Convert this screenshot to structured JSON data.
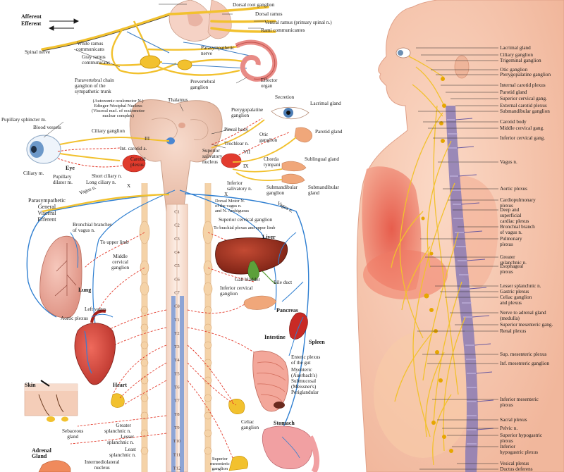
{
  "diagram": {
    "left_labels": {
      "afferent": "Afferent",
      "efferent": "Efferent",
      "spinal_nerve": "Spinal nerve",
      "white_ramus": "White ramus\ncommunicans",
      "gray_ramus": "Gray ramus\ncommunicans",
      "paravertebral": "Paravertebral chain\nganglion of the\nsympathetic trunk",
      "dorsal_root_ganglion": "Dorsal root ganglion",
      "dorsal_ramus": "Dorsal ramus",
      "ventral_ramus": "Ventral ramus (primary spinal n.)",
      "rami_communicantes": "Rami communicantes",
      "parasympathetic_nerve": "Parasympathetic\nnerve",
      "prevertebral": "Prevertebral\nganglion",
      "effector": "Effector\norgan",
      "thalamus": "Thalamus",
      "edinger": "(Autonomic oculomotor N.)\nEdinger-Westphal Nucleus\n(Visceral nucl. of oculomotor\nnuclear complex)",
      "pupillary_sphincter": "Pupillary sphincter m.",
      "blood_vessels": "Blood vessels",
      "ciliary_ganglion": "Ciliary ganglion",
      "iii": "III",
      "int_carotid": "Int. carotid a.",
      "carotid_plexus": "Carotid\nplexus",
      "ciliary_m": "Ciliary m.",
      "eye": "Eye",
      "pupillary_dilator": "Pupillary\ndilator m.",
      "short_ciliary": "Short ciliary n.",
      "long_ciliary": "Long ciliary n.",
      "x_left": "X",
      "pineal_body": "Pineal body",
      "secretion": "Secretion",
      "pterygopalatine": "Pterygopalatine\nganglion",
      "lacrimal_gland_l": "Lacrimal gland",
      "otic_ganglion": "Otic\nganglion",
      "parotid_gland_l": "Parotid gland",
      "trochlear": "Trochlear n.",
      "superior_salivatory": "Superior\nsalivatory\nnucleus",
      "vii": "VII",
      "ix": "IX",
      "chorda_tympani": "Chorda\ntympani",
      "sublingual": "Sublingual gland",
      "inferior_salivatory": "Inferior\nsalivatory n.",
      "submandibular_ganglion": "Submandibular\nganglion",
      "submandibular_gland": "Submandibular\ngland",
      "x_right": "X",
      "vagus_left": "Vagus n.",
      "vagus_right": "Vagus n.",
      "parasympathetic_general": "Parasympathetic\nGeneral\nVisceral\nEfferent",
      "dorsal_motor": "Dorsal Motor N.\nof the vagus n.\nand N. Ambiguous",
      "superior_cervical": "Superior cervical ganglion",
      "brachial_plexus": "To brachial plexus and upper limb",
      "bronchial_branches": "Bronchial branches\nof vagus n.",
      "to_upper_limb": "To upper limb",
      "middle_cervical": "Middle\ncervical\nganglion",
      "liver": "Liver",
      "gall_bladder": "Gall bladder",
      "bile_duct": "Bile duct",
      "inferior_cervical": "Inferior cervical\nganglion",
      "lung": "Lung",
      "left_vagus": "Left vagus",
      "pancreas": "Pancreas",
      "aortic_plexus_l": "Aortic plexus",
      "intestine": "Intestine",
      "spleen": "Spleen",
      "enteric": "Enteric plexus\nof the gut",
      "myenteric": "Myenteric\n(Auerbach's)\nSubmucosal\n(Meissner's)\nPeriglandular",
      "skin": "Skin",
      "heart": "Heart",
      "sebaceous": "Sebaceous\ngland",
      "greater_splanchnic": "Greater\nsplanchnic n.",
      "lesser_splanchnic_l": "Lesser\nsplanchnic n.",
      "least_splanchnic": "Least\nsplanchnic n.",
      "intermediolateral": "Intermediolateral\nnucleus",
      "celiac_ganglion_l": "Celiac\nganglion",
      "stomach": "Stomach",
      "superior_mesenteric_l": "Superior\nmesenteric\nganglion",
      "adrenal": "Adrenal\nGland"
    },
    "spine_segments": [
      "C1",
      "C2",
      "C3",
      "C4",
      "C5",
      "C6",
      "C7",
      "C8",
      "T1",
      "T2",
      "T3",
      "T4",
      "T5",
      "T6",
      "T7",
      "T8",
      "T9",
      "T10",
      "T11",
      "T12"
    ],
    "right_labels": [
      "Lacrimal gland",
      "Ciliary ganglion",
      "Trigeminal ganglion",
      "Otic ganglion",
      "Pterygopalatine ganglion",
      "Internal carotid plexus",
      "Parotid gland",
      "Superior cervical gang.",
      "External carotid plexus",
      "Submandibular ganglion",
      "Carotid body",
      "Middle cervical gang.",
      "Inferior cervical gang.",
      "Vagus n.",
      "Aortic plexus",
      "Cardiopulmonary\nplexus",
      "Deep and\nsuperficial\ncardiac plexus",
      "Bronchial branch\nof vagus n.",
      "Pulmonary\nplexus",
      "Greater\nsplanchnic n.",
      "Esophageal\nplexus",
      "Lesser splanchnic n.",
      "Gastric plexus",
      "Celiac ganglion\nand plexus",
      "Nerve to adrenal gland\n(medulla)",
      "Superior mesenteric gang.",
      "Renal plexus",
      "Sup. mesenteric plexus",
      "Inf. mesenteric ganglion",
      "Inferior mesenteric\nplexus",
      "Sacral plexus",
      "Pelvic n.",
      "Superior hypogastric\nplexus",
      "Inferior\nhypogastric plexus",
      "Vesical plexus",
      "Ductus deferens"
    ]
  }
}
